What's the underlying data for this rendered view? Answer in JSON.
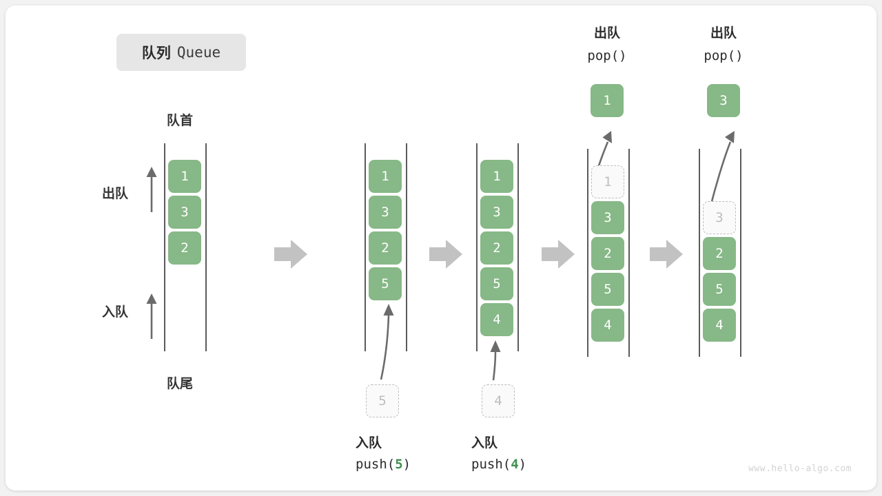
{
  "title": {
    "cn": "队列",
    "en": "Queue"
  },
  "labels": {
    "head": "队首",
    "tail": "队尾",
    "dequeue": "出队",
    "enqueue": "入队"
  },
  "watermark": "www.hello-algo.com",
  "colors": {
    "cell_fill": "#87b887",
    "cell_text": "#ffffff",
    "ghost_border": "#bdbdbd",
    "ghost_text": "#bdbdbd",
    "rail": "#5a5a5a",
    "arrow": "#6b6b6b",
    "transition_arrow": "#c2c2c2",
    "accent_code": "#3f8f4f",
    "card_bg": "#ffffff",
    "page_bg": "#f2f2f2",
    "chip_bg": "#e6e6e6"
  },
  "columns": [
    {
      "id": "state-0",
      "cells": [
        {
          "value": "1",
          "state": "filled"
        },
        {
          "value": "3",
          "state": "filled"
        },
        {
          "value": "2",
          "state": "filled"
        }
      ]
    },
    {
      "id": "state-1",
      "cells": [
        {
          "value": "1",
          "state": "filled"
        },
        {
          "value": "3",
          "state": "filled"
        },
        {
          "value": "2",
          "state": "filled"
        },
        {
          "value": "5",
          "state": "filled"
        }
      ]
    },
    {
      "id": "state-2",
      "cells": [
        {
          "value": "1",
          "state": "filled"
        },
        {
          "value": "3",
          "state": "filled"
        },
        {
          "value": "2",
          "state": "filled"
        },
        {
          "value": "5",
          "state": "filled"
        },
        {
          "value": "4",
          "state": "filled"
        }
      ]
    },
    {
      "id": "state-3",
      "cells": [
        {
          "value": "1",
          "state": "ghost"
        },
        {
          "value": "3",
          "state": "filled"
        },
        {
          "value": "2",
          "state": "filled"
        },
        {
          "value": "5",
          "state": "filled"
        },
        {
          "value": "4",
          "state": "filled"
        }
      ]
    },
    {
      "id": "state-4",
      "cells": [
        {
          "value": "",
          "state": "empty"
        },
        {
          "value": "3",
          "state": "ghost"
        },
        {
          "value": "2",
          "state": "filled"
        },
        {
          "value": "5",
          "state": "filled"
        },
        {
          "value": "4",
          "state": "filled"
        }
      ]
    }
  ],
  "operations": {
    "push5": {
      "cn": "入队",
      "code_prefix": "push(",
      "arg": "5",
      "code_suffix": ")",
      "ghost_value": "5"
    },
    "push4": {
      "cn": "入队",
      "code_prefix": "push(",
      "arg": "4",
      "code_suffix": ")",
      "ghost_value": "4"
    },
    "pop1": {
      "cn": "出队",
      "code": "pop()",
      "result_value": "1"
    },
    "pop3": {
      "cn": "出队",
      "code": "pop()",
      "result_value": "3"
    }
  }
}
